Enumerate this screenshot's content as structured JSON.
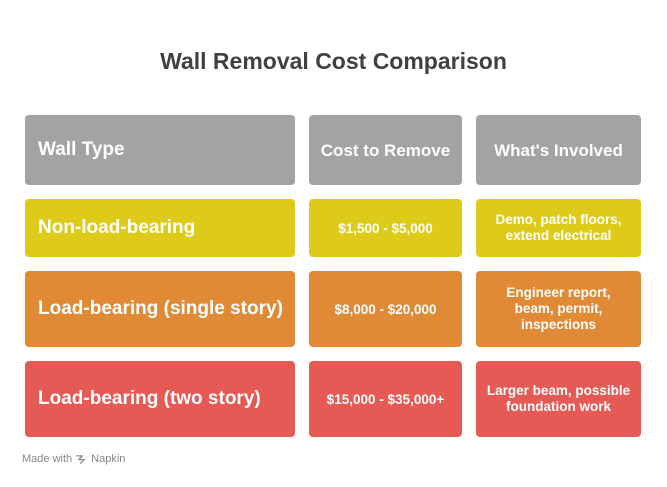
{
  "title": "Wall Removal Cost Comparison",
  "header": {
    "col1": "Wall Type",
    "col2": "Cost to Remove",
    "col3": "What's Involved"
  },
  "rows": [
    {
      "type": "Non-load-bearing",
      "cost": "$1,500 - $5,000",
      "involved": "Demo, patch floors, extend electrical"
    },
    {
      "type": "Load-bearing (single story)",
      "cost": "$8,000 - $20,000",
      "involved": "Engineer report, beam, permit, inspections"
    },
    {
      "type": "Load-bearing (two story)",
      "cost": "$15,000 - $35,000+",
      "involved": "Larger beam, possible foundation work"
    }
  ],
  "footer": {
    "made_with": "Made with",
    "brand": "Napkin"
  },
  "colors": {
    "header": "#a3a3a3",
    "row1": "#decb19",
    "row2": "#e08a36",
    "row3": "#e55a55"
  },
  "icons": {
    "brand": "napkin-logo-icon"
  }
}
